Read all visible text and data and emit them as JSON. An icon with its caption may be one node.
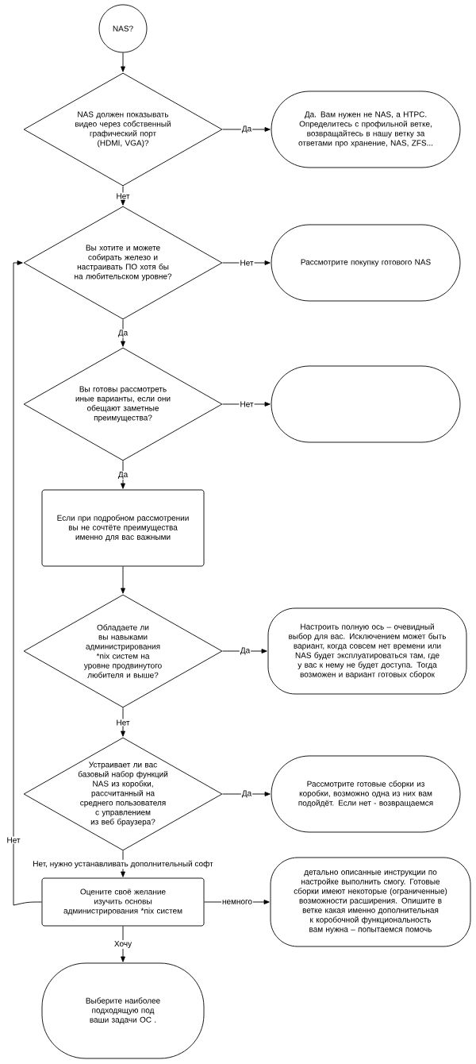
{
  "diagram": {
    "nodes": [
      {
        "text": [
          "NAS?"
        ]
      },
      {
        "text": [
          "NAS должен показывать видео через собственный графический порт (HDMI, VGA)?"
        ]
      },
      {
        "text": [
          "Да. Вам нужен не NAS, а HTPC. Определитесь с профильной ветке, возвращайтесь в нашу ветку за ответами про хранение, NAS, ZFS..."
        ]
      },
      {
        "text": [
          "Вы хотите и можете собирать железо и настраивать ПО хотя бы на любительском уровне?"
        ]
      },
      {
        "text": [
          "Рассмотрите покупку готового NAS"
        ]
      },
      {
        "text": [
          "Вы готовы рассмотреть иные варианты, если они обещают заметные преимущества?"
        ]
      },
      {
        "text": [],
        "shape": "box"
      },
      {
        "text": [
          "Если при подробном рассмотрении вы не сочтёте преимущества именно для вас важными"
        ]
      },
      {
        "text": [
          "Обладаете ли вы навыками администрирования *nix систем на уровне продвинутого любителя и выше?"
        ]
      },
      {
        "text": [
          "Настроить полную ось – очевидный выбор для вас. Исключением может быть вариант, когда совсем нет времени или NAS будет эксплуатироваться там, где у вас к нему не будет доступа. Тогда возможен и вариант готовых сборок"
        ]
      },
      {
        "text": [
          "Устраивает ли вас базовый набор функций NAS из коробки, рассчитанный на среднего пользователя с управлением из веб браузера?"
        ]
      },
      {
        "text": [
          "Рассмотрите готовые сборки из коробки, возможно одна из них вам подойдёт. Если нет - возвращаемся"
        ]
      },
      {
        "text": [
          "Оцените своё желание изучить основы администрирования *nix систем"
        ]
      },
      {
        "text": [
          "детально описанные инструкции по настройке выполнить смогу. Готовые сборки имеют некоторые (ограниченные) возможности расширения. Опишите в ветке какая именно дополнительная к коробочной функциональность вам нужна – попытаемся помочь"
        ]
      },
      {
        "text": [
          "Выберите наиболее подходящую под ваши задачи ОС ."
        ]
      }
    ],
    "edges": [
      {
        "from": 0,
        "to": 1,
        "arrow": "to"
      },
      {
        "from": 1,
        "to": 2,
        "arrow": "to",
        "label": "Да"
      },
      {
        "from": 1,
        "to": 3,
        "arrow": "to",
        "label": "Нет"
      },
      {
        "from": 3,
        "to": 4,
        "arrow": "to",
        "label": "Нет"
      },
      {
        "from": 3,
        "to": 5,
        "arrow": "to",
        "label": "Да"
      },
      {
        "from": 5,
        "to": 6,
        "arrow": "to",
        "label": "Нет"
      },
      {
        "from": 5,
        "to": 7,
        "arrow": "to",
        "label": "Да"
      },
      {
        "from": 7,
        "to": 8,
        "arrow": "to"
      },
      {
        "from": 8,
        "to": 9,
        "arrow": "to",
        "label": "Да"
      },
      {
        "from": 8,
        "to": 10,
        "arrow": "to",
        "label": "Нет"
      },
      {
        "from": 10,
        "to": 11,
        "arrow": "to",
        "label": "Да"
      },
      {
        "from": 10,
        "to": 12,
        "arrow": "to",
        "label": "Нет, нужно устанавливать дополнительный софт"
      },
      {
        "from": 12,
        "to": 13,
        "arrow": "to",
        "label": "немного"
      },
      {
        "from": 12,
        "to": 14,
        "arrow": "to",
        "label": "Хочу"
      },
      {
        "from": 12,
        "to": 3,
        "arrow": "to",
        "label": "Нет"
      }
    ]
  }
}
